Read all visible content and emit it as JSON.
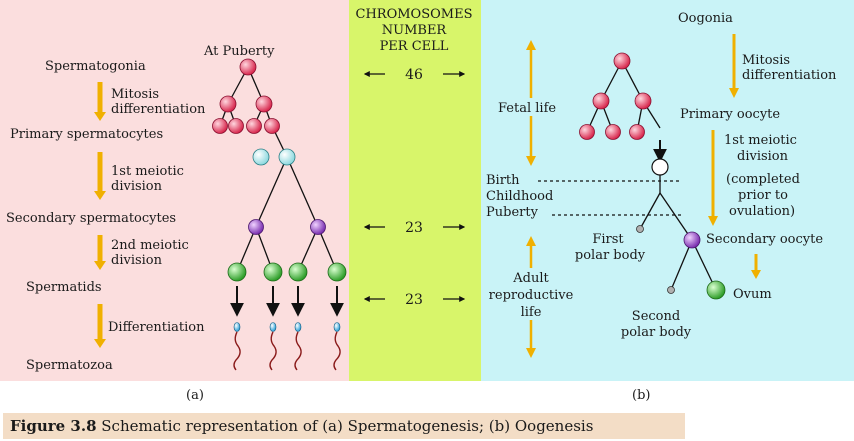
{
  "left": {
    "top_label": "At Puberty",
    "stages": [
      "Spermatogonia",
      "Primary spermatocytes",
      "Secondary spermatocytes",
      "Spermatids",
      "Spermatozoa"
    ],
    "arrows": [
      [
        "Mitosis",
        "differentiation"
      ],
      [
        "1st meiotic",
        "division"
      ],
      [
        "2nd meiotic",
        "division"
      ],
      [
        "Differentiation"
      ]
    ],
    "sublabel": "(a)"
  },
  "middle": {
    "heading": [
      "CHROMOSOMES",
      "NUMBER",
      "PER CELL"
    ],
    "numbers": [
      "46",
      "23",
      "23"
    ]
  },
  "right": {
    "title": "Oogonia",
    "arrow1": [
      "Mitosis",
      "differentiation"
    ],
    "primary": "Primary oocyte",
    "meiosis": [
      "1st meiotic",
      "division",
      "(completed",
      "prior to",
      "ovulation)"
    ],
    "secondary": "Secondary oocyte",
    "ovum": "Ovum",
    "fetal": "Fetal life",
    "birth_lines": [
      "Birth",
      "Childhood",
      "Puberty"
    ],
    "adult": [
      "Adult",
      "reproductive",
      "life"
    ],
    "first_polar": [
      "First",
      "polar body"
    ],
    "second_polar": [
      "Second",
      "polar body"
    ],
    "sublabel": "(b)"
  },
  "caption": {
    "label": "Figure 3.8",
    "text": " Schematic representation of (a) Spermatogenesis; (b) Oogenesis"
  },
  "colors": {
    "left_bg": "#fbdede",
    "middle_bg": "#d8f56a",
    "right_bg": "#c9f3f7",
    "spermatogonia": "#e84a6a",
    "primary_spermatocyte": "#d8f7f8",
    "secondary_spermatocyte": "#a35bd0",
    "spermatid": "#52c24a",
    "arrow": "#f0b000"
  }
}
